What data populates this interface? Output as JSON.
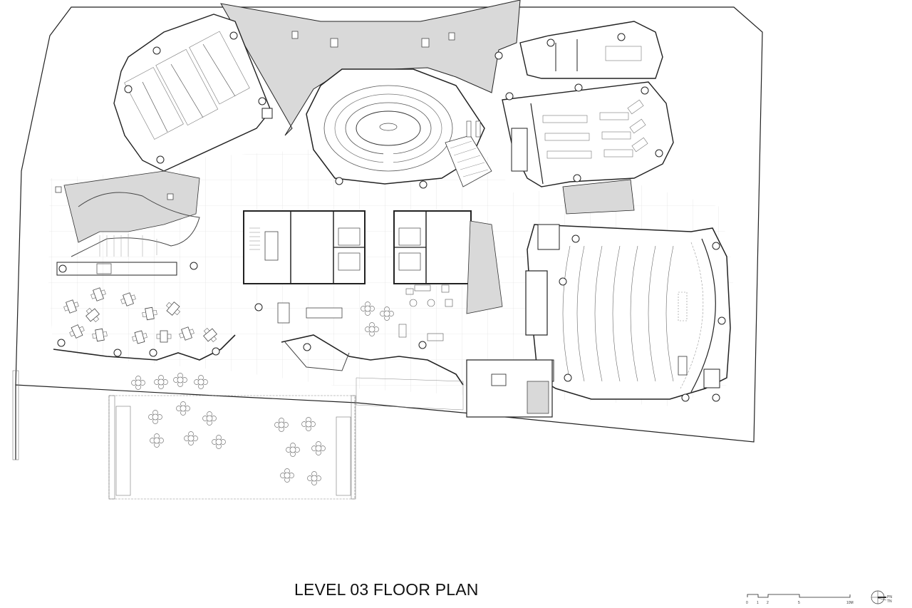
{
  "drawing": {
    "title": "LEVEL 03 FLOOR PLAN",
    "scale_bar": {
      "unit": "M",
      "ticks": [
        "0",
        "1",
        "2",
        "5",
        "10M"
      ]
    },
    "north_arrow": {
      "labels": [
        "PN",
        "TN"
      ]
    }
  },
  "colors": {
    "line": "#1a1a1a",
    "thin_line": "#9a9a9a",
    "grid": "#d6d6d6",
    "shaded_void": "#d9d9d9",
    "background": "#ffffff"
  },
  "spaces": [
    {
      "id": "classroom-northwest",
      "type": "classroom with tiered desks",
      "seating_rows": 3
    },
    {
      "id": "atrium-north",
      "type": "open-to-below void (shaded)"
    },
    {
      "id": "oval-lecture-hall",
      "type": "elliptical case-study classroom"
    },
    {
      "id": "offices-northeast",
      "type": "offices and study rooms"
    },
    {
      "id": "classroom-east",
      "type": "flat-floor classroom"
    },
    {
      "id": "auditorium",
      "type": "raked auditorium with curved stage"
    },
    {
      "id": "core-west",
      "type": "stair, restrooms, elevators"
    },
    {
      "id": "core-east",
      "type": "elevators, restrooms"
    },
    {
      "id": "feature-stair",
      "type": "sculptural stair with void"
    },
    {
      "id": "cafe-west",
      "type": "cafe seating"
    },
    {
      "id": "lounge-central",
      "type": "lounge and dining tables"
    },
    {
      "id": "terrace-south",
      "type": "outdoor terrace with planters"
    }
  ]
}
